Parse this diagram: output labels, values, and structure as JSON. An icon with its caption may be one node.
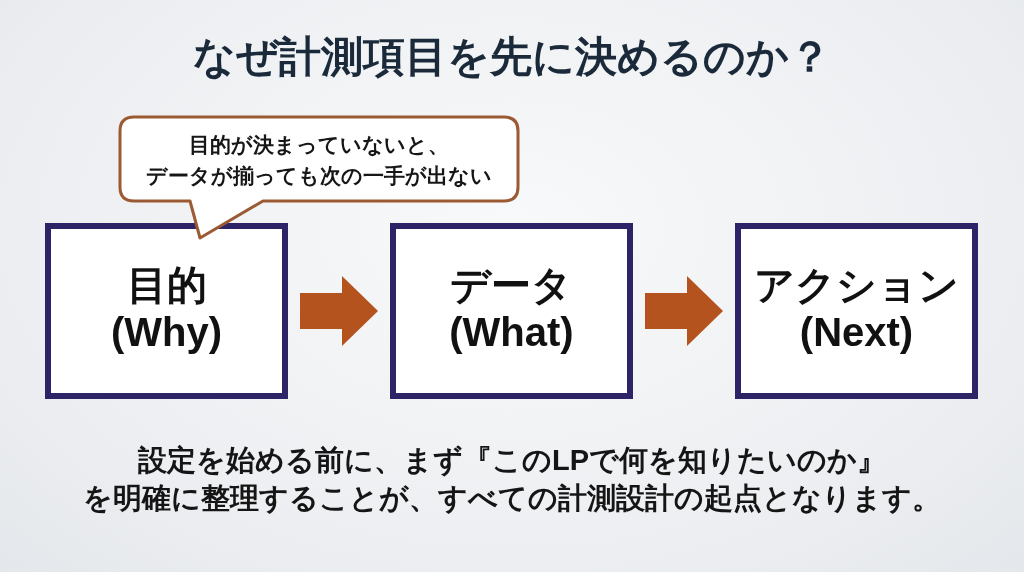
{
  "diagram": {
    "title": "なぜ計測項目を先に決めるのか？",
    "nodes": [
      {
        "text": [
          "目的が決まっていないと、データが揃っても次の一手が出ない"
        ]
      },
      {
        "text": [
          "目的 (Why)"
        ]
      },
      {
        "text": [
          "データ (What)"
        ]
      },
      {
        "text": [
          "アクション (Next)"
        ]
      }
    ],
    "edges": [
      {
        "from": 1,
        "to": 2,
        "arrow": "to"
      },
      {
        "from": 2,
        "to": 3,
        "arrow": "to"
      }
    ],
    "labels": [
      "設定を始める前に、まず**『このLPで何を知りたいのか』**を明確に整理することが、すべての計測設計の起点となります。"
    ]
  }
}
